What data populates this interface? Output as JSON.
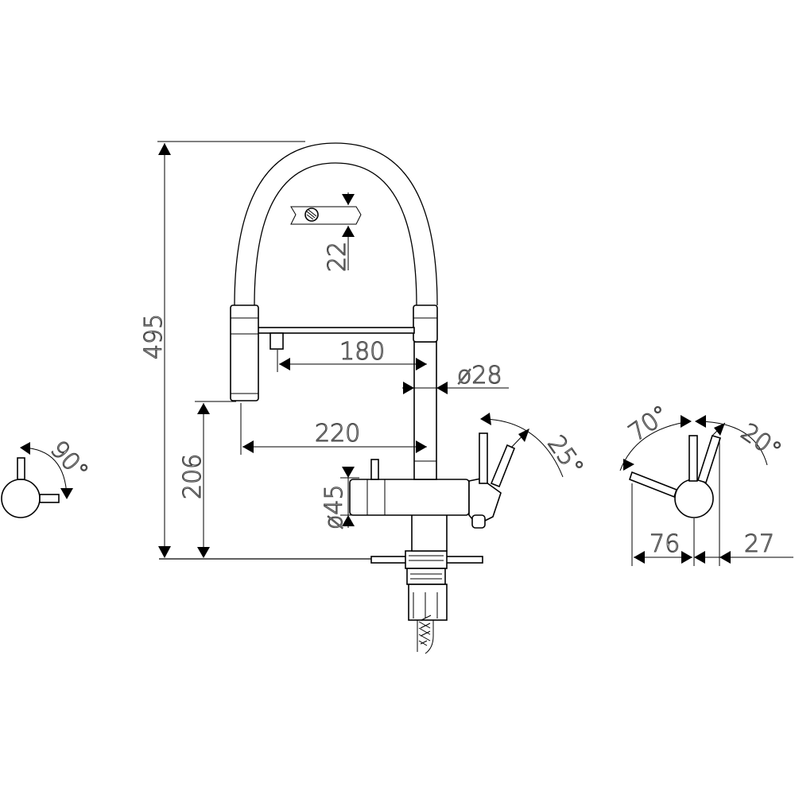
{
  "colors": {
    "line": "#000000",
    "background": "#ffffff",
    "text_outline": "#444444"
  },
  "dimensions": {
    "total_height": "495",
    "outlet_height": "206",
    "aerator_spacing": "22",
    "spray_reach": "180",
    "reach": "220",
    "spout_diameter": "ø28",
    "body_diameter": "ø45",
    "lever_angle_side": "25°",
    "handle_angle_left": "90°",
    "handle_angle_70": "70°",
    "handle_angle_20": "20°",
    "handle_offset_76": "76",
    "handle_offset_27": "27"
  }
}
